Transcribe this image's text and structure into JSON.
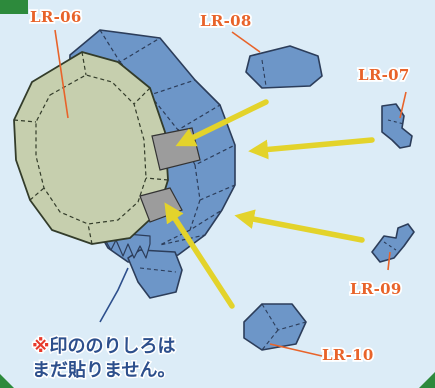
{
  "parts": {
    "main": "LR-06",
    "a": "LR-08",
    "b": "LR-07",
    "c": "LR-09",
    "d": "LR-10"
  },
  "note": {
    "mark": "※",
    "line1": "印ののりしろは",
    "line2": "まだ貼りません。"
  },
  "colors": {
    "background": "#dcecf7",
    "frame": "#2d8a3c",
    "part_blue": "#6d96c8",
    "part_main": "#c6cfae",
    "glue_tab": "#9c9c9c",
    "arrow": "#e3d32b",
    "label": "#e8632a"
  }
}
